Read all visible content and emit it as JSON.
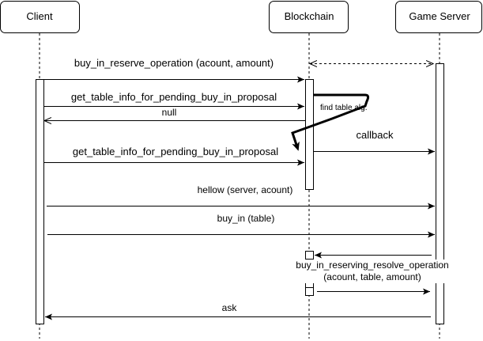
{
  "actors": {
    "client": "Client",
    "blockchain": "Blockchain",
    "game_server": "Game Server"
  },
  "messages": {
    "buy_in_reserve": "buy_in_reserve_operation (acount, amount)",
    "get_table_info_1": "get_table_info_for_pending_buy_in_proposal",
    "null_reply": "null",
    "get_table_info_2": "get_table_info_for_pending_buy_in_proposal",
    "callback": "callback",
    "hellow": "hellow (server, acount)",
    "buy_in": "buy_in (table)",
    "resolve_line1": "buy_in_reserving_resolve_operation",
    "resolve_line2": "(acount, table, amount)",
    "ask": "ask"
  },
  "notes": {
    "find_table": "find table alg."
  },
  "colors": {
    "stroke": "#000000",
    "background": "#ffffff"
  }
}
